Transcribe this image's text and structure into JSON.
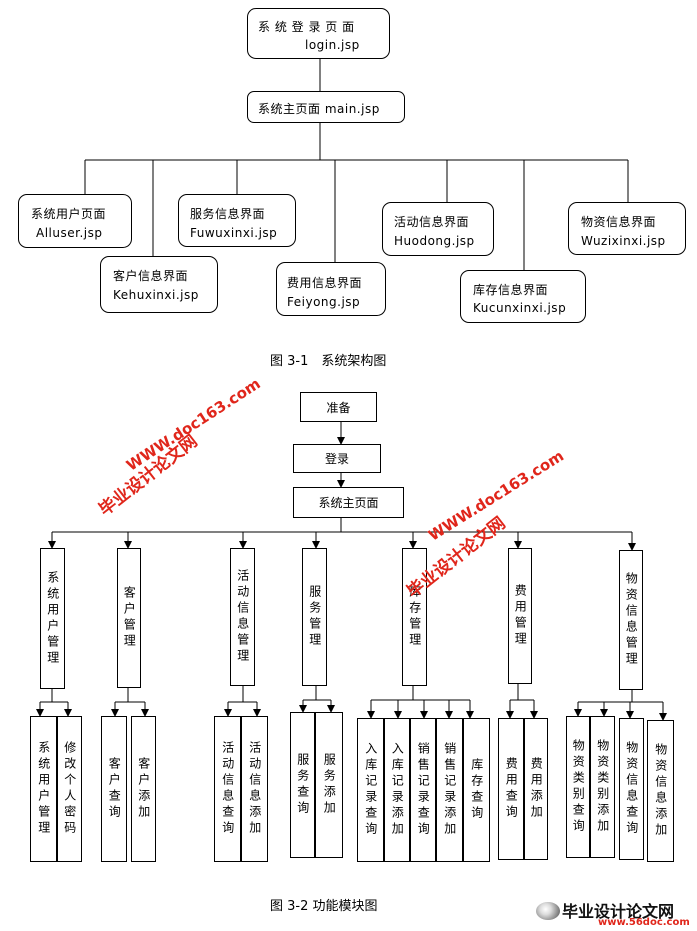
{
  "figure1": {
    "login": {
      "title": "系 统 登 录 页 面",
      "file": "login.jsp"
    },
    "main": {
      "label": "系统主页面 main.jsp"
    },
    "pages": [
      {
        "title": "系统用户页面",
        "file": "Alluser.jsp"
      },
      {
        "title": "客户信息界面",
        "file": "Kehuxinxi.jsp"
      },
      {
        "title": "服务信息界面",
        "file": "Fuwuxinxi.jsp"
      },
      {
        "title": "费用信息界面",
        "file": "Feiyong.jsp"
      },
      {
        "title": "活动信息界面",
        "file": "Huodong.jsp"
      },
      {
        "title": "库存信息界面",
        "file": "Kucunxinxi.jsp"
      },
      {
        "title": "物资信息界面",
        "file": "Wuzixinxi.jsp"
      }
    ],
    "caption": "图 3-1　系统架构图"
  },
  "figure2": {
    "prepare": "准备",
    "login": "登录",
    "main": "系统主页面",
    "modules": [
      "系统用户管理",
      "客户管理",
      "活动信息管理",
      "服务管理",
      "库存管理",
      "费用管理",
      "物资信息管理"
    ],
    "functions": [
      "系统用户管理",
      "修改个人密码",
      "客户查询",
      "客户添加",
      "活动信息查询",
      "活动信息添加",
      "服务查询",
      "服务添加",
      "入库记录查询",
      "入库记录添加",
      "销售记录查询",
      "销售记录添加",
      "库存查询",
      "费用查询",
      "费用添加",
      "物资类别查询",
      "物资类别添加",
      "物资信息查询",
      "物资信息添加"
    ],
    "caption": "图 3-2 功能模块图"
  },
  "watermarks": {
    "site_name": "毕业设计论文网",
    "site_url": "WWW.doc163.com",
    "footer_logo_text": "毕业设计论文网",
    "footer_url": "www.56doc.com"
  },
  "colors": {
    "watermark": "#e0261b",
    "line": "#000000"
  }
}
